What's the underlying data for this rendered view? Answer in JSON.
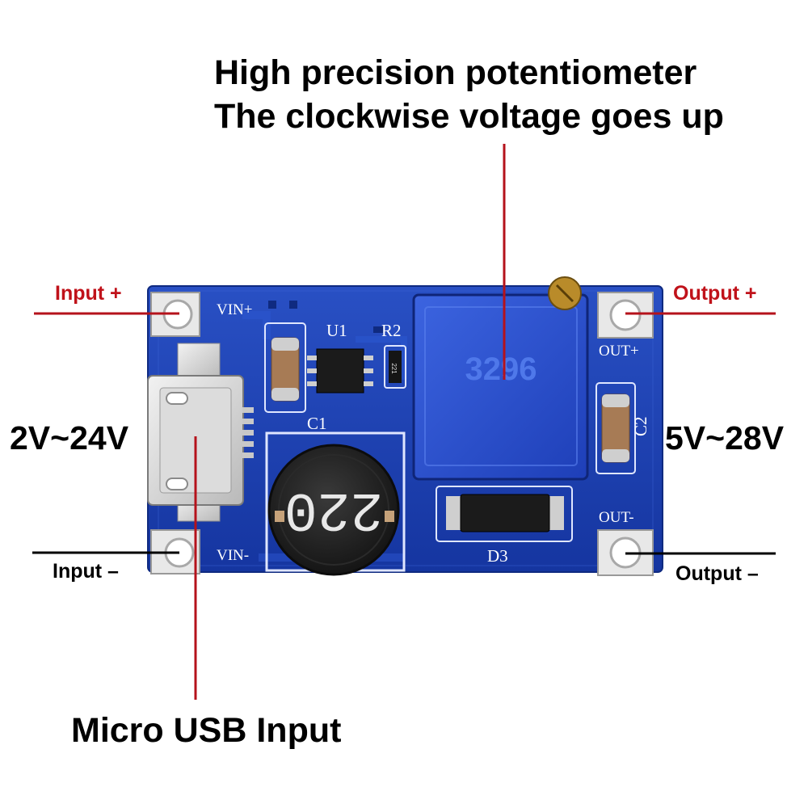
{
  "title": {
    "line1": "High precision potentiometer",
    "line2": "The clockwise voltage goes up"
  },
  "labels": {
    "input_plus": "Input +",
    "output_plus": "Output +",
    "input_range": "2V~24V",
    "output_range": "5V~28V",
    "input_minus": "Input –",
    "output_minus": "Output –",
    "usb": "Micro USB Input"
  },
  "silkscreen": {
    "vin_plus": "VIN+",
    "vin_minus": "VIN-",
    "out_plus": "OUT+",
    "out_minus": "OUT-",
    "u1": "U1",
    "r2": "R2",
    "c1": "C1",
    "c2": "C2",
    "d3": "D3",
    "inductor_marking": "220",
    "pot_marking": "3296",
    "resistor_marking": "221"
  },
  "colors": {
    "pcb": "#1a3fae",
    "callout_red": "#b5121b",
    "callout_black": "#000000"
  }
}
